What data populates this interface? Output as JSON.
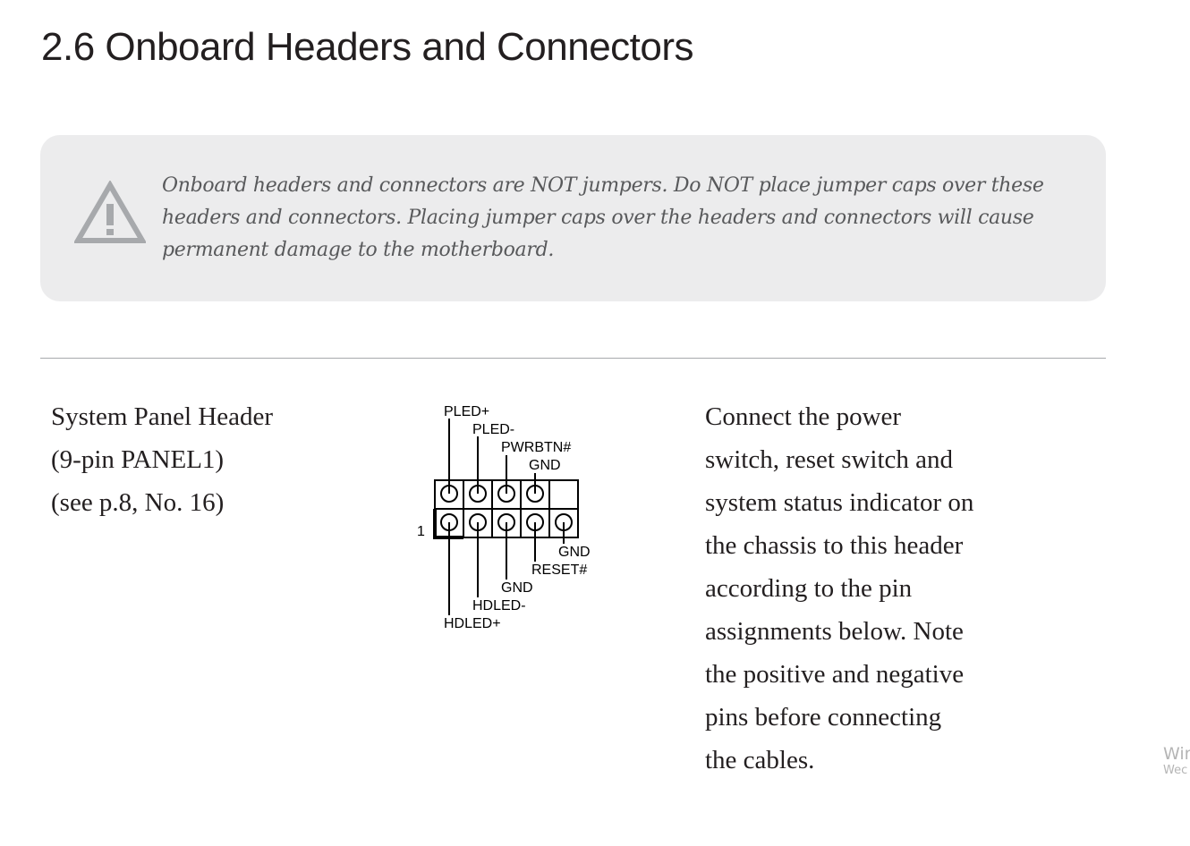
{
  "heading": "2.6  Onboard Headers and Connectors",
  "caution": {
    "icon": "warning-triangle-icon",
    "lines": [
      "Onboard headers and connectors are NOT jumpers. Do NOT place jumper caps over these",
      "headers and connectors. Placing jumper caps over the headers and connectors will cause",
      "permanent damage to the motherboard."
    ]
  },
  "section": {
    "name_lines": [
      "System Panel Header",
      "(9-pin PANEL1)",
      "(see p.8, No. 16)"
    ],
    "diagram": {
      "pin1_label": "1",
      "top_labels": [
        "PLED+",
        "PLED-",
        "PWRBTN#",
        "GND"
      ],
      "bottom_labels": [
        "GND",
        "RESET#",
        "GND",
        "HDLED-",
        "HDLED+"
      ]
    },
    "description_lines": [
      "Connect the power",
      "switch, reset switch and",
      "system status indicator on",
      "the chassis to this header",
      "according to the pin",
      "assignments below. Note",
      "the positive and negative",
      "pins before connecting",
      "the cables."
    ]
  },
  "watermark": [
    "Wir",
    "Wec"
  ]
}
